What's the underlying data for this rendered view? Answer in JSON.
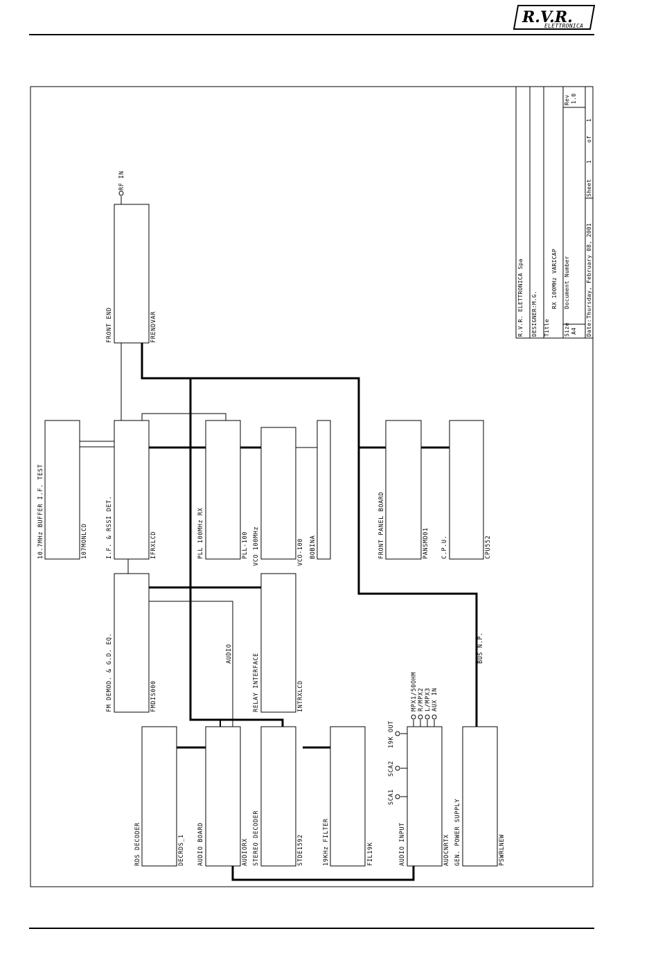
{
  "header": {
    "logo_main": "R.V.R.",
    "logo_sub": "ELETTRONICA"
  },
  "title_block": {
    "company": "R.V.R. ELETTRONICA Spa",
    "designer": "DESIGNER:M.G.",
    "title_label": "Title",
    "title_value": "RX 100MHz VARICAP",
    "size_label": "Size",
    "size_value": "A4",
    "docnum_label": "Document Number",
    "rev_label": "Rev",
    "rev_value": "1.0",
    "date_label": "Date:",
    "date_value": "Thursday, February 08, 2001",
    "sheet_label": "Sheet",
    "sheet_value": "1",
    "of_label": "of",
    "of_value": "1"
  },
  "diagram": {
    "rf_in": "RF IN",
    "blocks": {
      "front_end": {
        "name": "FRONT END",
        "code": "FRENDVAR"
      },
      "buffer_if": {
        "name": "10.7MHz BUFFER I.F. TEST",
        "code": "107MONLCD"
      },
      "if_rssi": {
        "name": "I.F. & RSSI DET.",
        "code": "IFRXLCD"
      },
      "pll": {
        "name": "PLL 100MHz RX",
        "code": "PLL-100"
      },
      "vco": {
        "name": "VCO 100MHz",
        "code": "VCO-100"
      },
      "bobina": {
        "code": "BOBINA"
      },
      "front_panel": {
        "name": "FRONT PANEL BOARD",
        "code": "PANSMD01"
      },
      "cpu": {
        "name": "C.P.U.",
        "code": "CPU552"
      },
      "fm_demod": {
        "name": "FM DEMOD. & G.D. EQ.",
        "code": "FMDIS000"
      },
      "relay_if": {
        "name": "RELAY INTERFACE",
        "code": "INTRXLCD"
      },
      "rds": {
        "name": "RDS DECODER",
        "code": "DECRDS_1"
      },
      "audio_board": {
        "name": "AUDIO BOARD",
        "code": "AUDIORX"
      },
      "stereo_dec": {
        "name": "STEREO DECODER",
        "code": "STDE1592"
      },
      "filter19k": {
        "name": "19KHz FILTER",
        "code": "FIL19K"
      },
      "audio_input": {
        "name": "AUDIO INPUT",
        "code": "AUDCNRTX"
      },
      "power_supply": {
        "name": "GEN. POWER SUPPLY",
        "code": "PSWRLNEW"
      }
    },
    "net_audio": "AUDIO",
    "net_bus": "BUS N.P.",
    "port_sca1": "SCA1",
    "port_sca2": "SCA2",
    "port_19k": "19K OUT",
    "port_mpx1": "MPX1/50OHM",
    "port_rmpx2": "R/MPX2",
    "port_lmpx3": "L/MPX3",
    "port_aux": "AUX IN"
  }
}
